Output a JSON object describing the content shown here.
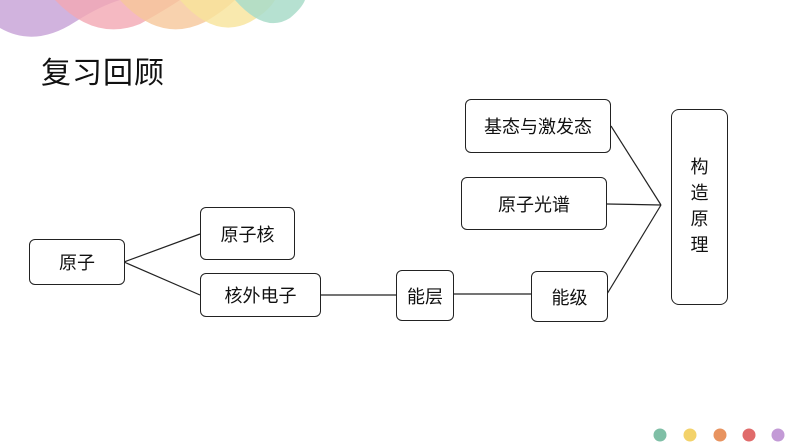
{
  "slide": {
    "title": "复习回顾"
  },
  "diagram": {
    "nodes": {
      "atom": "原子",
      "nucleus": "原子核",
      "electrons": "核外电子",
      "shell": "能层",
      "level": "能级",
      "ground_excited": "基态与激发态",
      "spectrum": "原子光谱",
      "aufbau_chars": [
        "构",
        "造",
        "原",
        "理"
      ]
    }
  },
  "decoration": {
    "wave_colors": [
      "#c9a6d8",
      "#f2a7b3",
      "#f6c79a",
      "#f7e39a",
      "#a9dcc9"
    ],
    "dot_colors": [
      "#7fbfa6",
      "#f3d26a",
      "#e8935f",
      "#e06b6b",
      "#c39ad6"
    ]
  }
}
